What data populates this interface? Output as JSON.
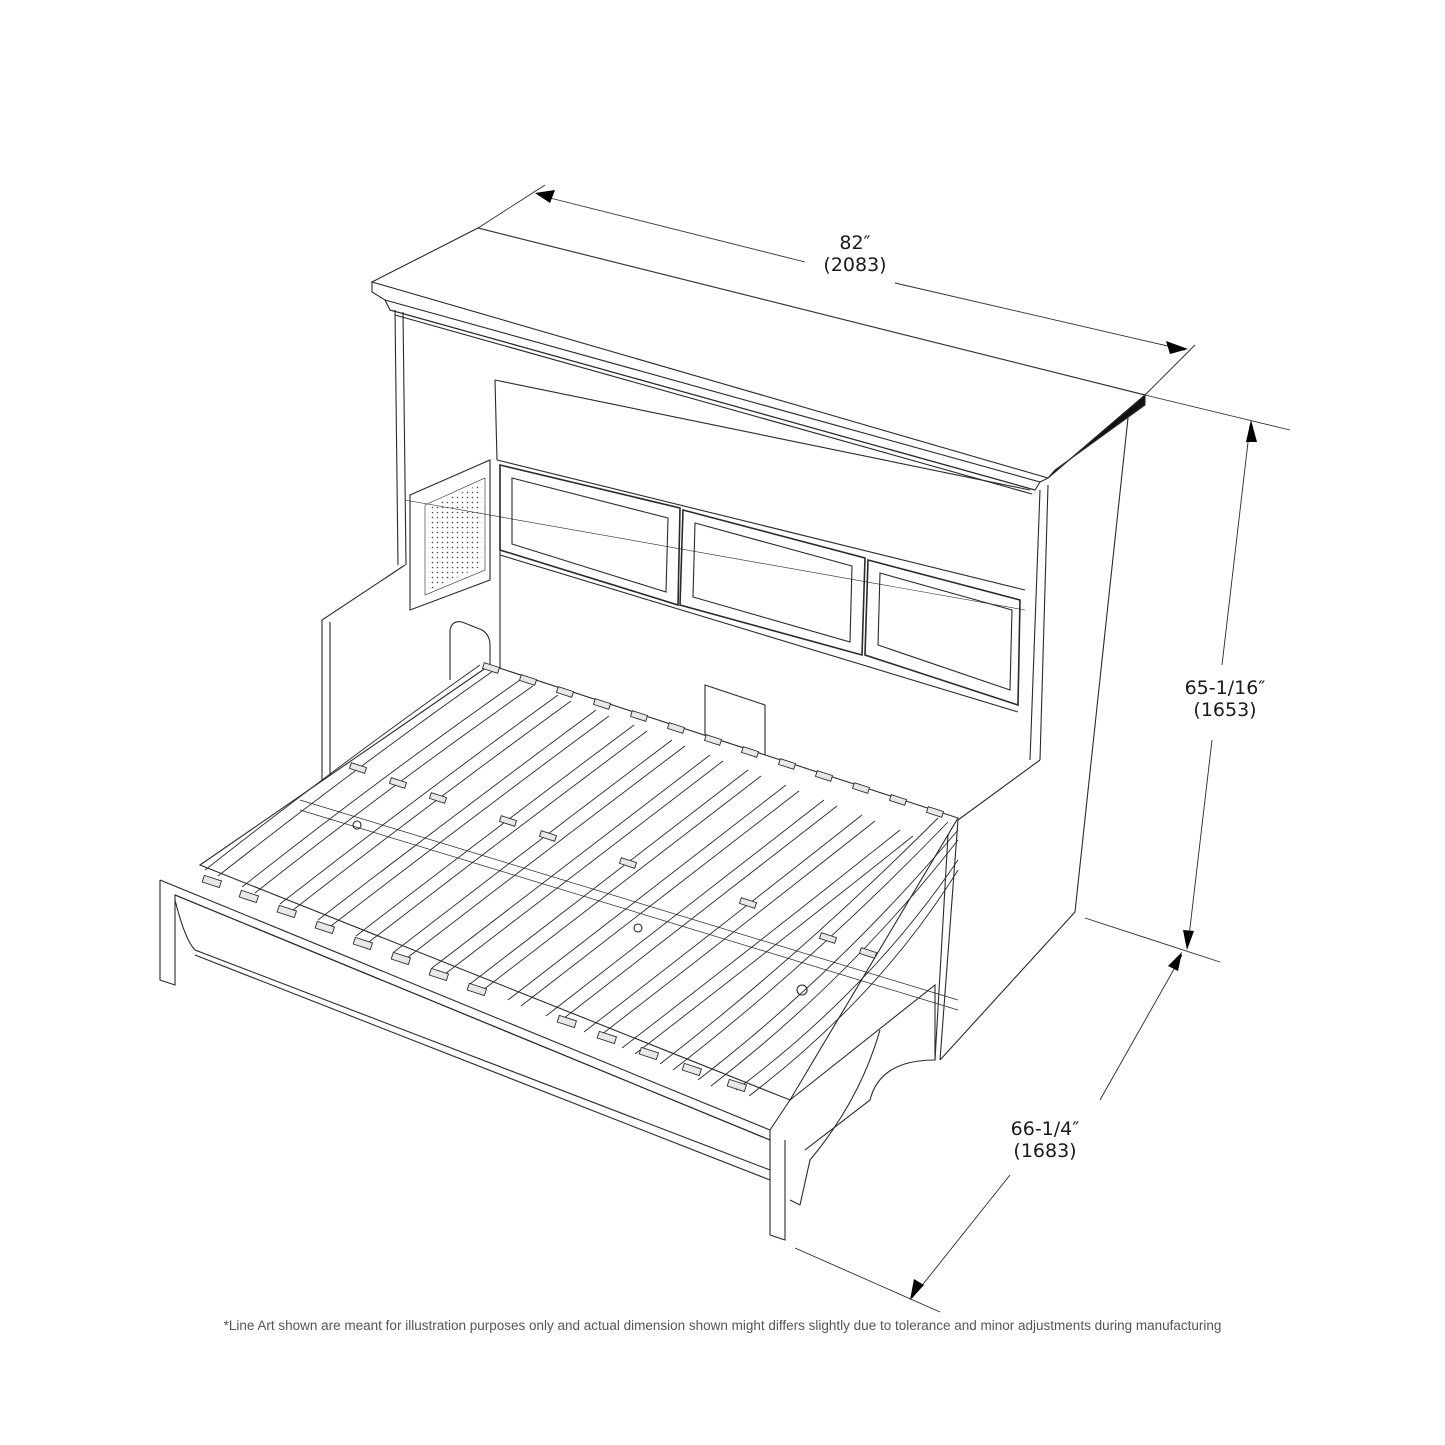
{
  "diagram": {
    "subject": "Murphy cabinet bed with headboard storage, shown open (isometric line art)",
    "dimensions": {
      "width": {
        "imperial": "82″",
        "metric": "(2083)"
      },
      "height": {
        "imperial": "65-1/16″",
        "metric": "(1653)"
      },
      "depth": {
        "imperial": "66-1/4″",
        "metric": "(1683)"
      }
    },
    "footer_note": "*Line Art shown are meant for illustration purposes only and actual dimension shown might differs slightly due to tolerance and minor adjustments during  manufacturing",
    "colors": {
      "line": "#2a2a2a",
      "background": "#ffffff",
      "note_text": "#555555",
      "arrow": "#000000"
    }
  }
}
